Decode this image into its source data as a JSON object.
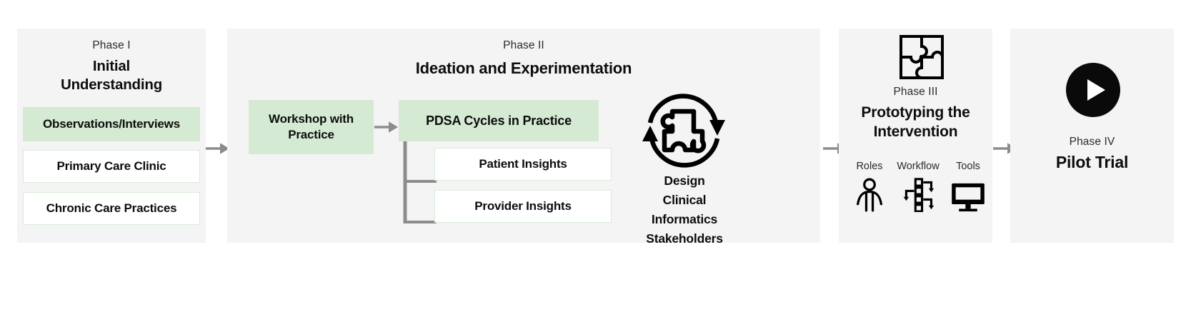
{
  "diagram": {
    "title": "Four-phase research process flow",
    "colors": {
      "panel_bg": "#f4f4f4",
      "chip_fill": "#d4ead2",
      "chip_border": "#d8ecd6",
      "arrow": "#8c8c8c",
      "text": "#0d0d0d",
      "page_bg": "#ffffff"
    }
  },
  "phases": [
    {
      "eyebrow": "Phase I",
      "title": "Initial\nUnderstanding",
      "title_line_1": "Initial",
      "title_line_2": "Understanding",
      "chips": [
        {
          "label": "Observations/Interviews",
          "style": "filled"
        },
        {
          "label": "Primary Care Clinic",
          "style": "outlined"
        },
        {
          "label": "Chronic Care Practices",
          "style": "outlined"
        }
      ]
    },
    {
      "eyebrow": "Phase II",
      "title": "Ideation and Experimentation",
      "workshop_box": "Workshop with Practice",
      "pdsa_box": "PDSA Cycles in Practice",
      "sub_boxes": [
        {
          "label": "Patient Insights"
        },
        {
          "label": "Provider Insights"
        }
      ],
      "cycle_icon": "puzzle-cycle-icon",
      "cycle_labels": [
        "Design",
        "Clinical",
        "Informatics",
        "Stakeholders"
      ]
    },
    {
      "eyebrow": "Phase III",
      "title": "Prototyping the Intervention",
      "title_line_1": "Prototyping the",
      "title_line_2": "Intervention",
      "header_icon": "puzzle-square-icon",
      "items": [
        {
          "label": "Roles",
          "icon": "person-icon"
        },
        {
          "label": "Workflow",
          "icon": "workflow-icon"
        },
        {
          "label": "Tools",
          "icon": "monitor-icon"
        }
      ]
    },
    {
      "eyebrow": "Phase IV",
      "title": "Pilot Trial",
      "header_icon": "play-circle-icon"
    }
  ],
  "connectors": [
    {
      "name": "phase-1-to-2",
      "icon": "arrow-right-icon"
    },
    {
      "name": "phase-2-to-3",
      "icon": "arrow-right-icon"
    },
    {
      "name": "phase-3-to-4",
      "icon": "arrow-right-icon"
    },
    {
      "name": "workshop-to-pdsa",
      "icon": "arrow-right-icon"
    },
    {
      "name": "pdsa-to-insights",
      "icon": "elbow-connector"
    }
  ]
}
